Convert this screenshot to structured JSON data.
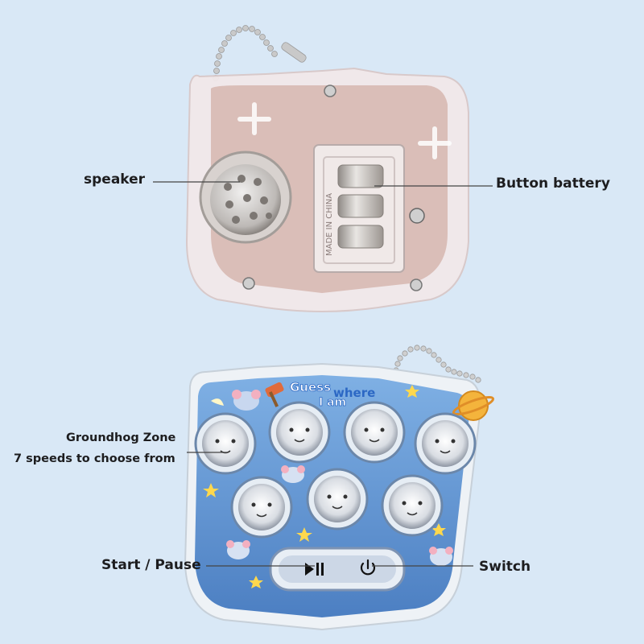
{
  "labels": {
    "speaker": "speaker",
    "button_battery": "Button battery",
    "groundhog_zone": "Groundhog Zone",
    "speeds": "7 speeds to choose from",
    "start_pause": "Start / Pause",
    "switch": "Switch"
  },
  "device_back": {
    "made_in": "MADE IN CHINA"
  },
  "device_front": {
    "title_line1_a": "Guess",
    "title_line1_b": "where",
    "title_line2": "I am"
  },
  "colors": {
    "background": "#d9e8f6",
    "front_board": "#5a8ccc",
    "title_blue": "#2c68c4",
    "title_white": "#ffffff",
    "back_tint": "#c99a8e"
  }
}
